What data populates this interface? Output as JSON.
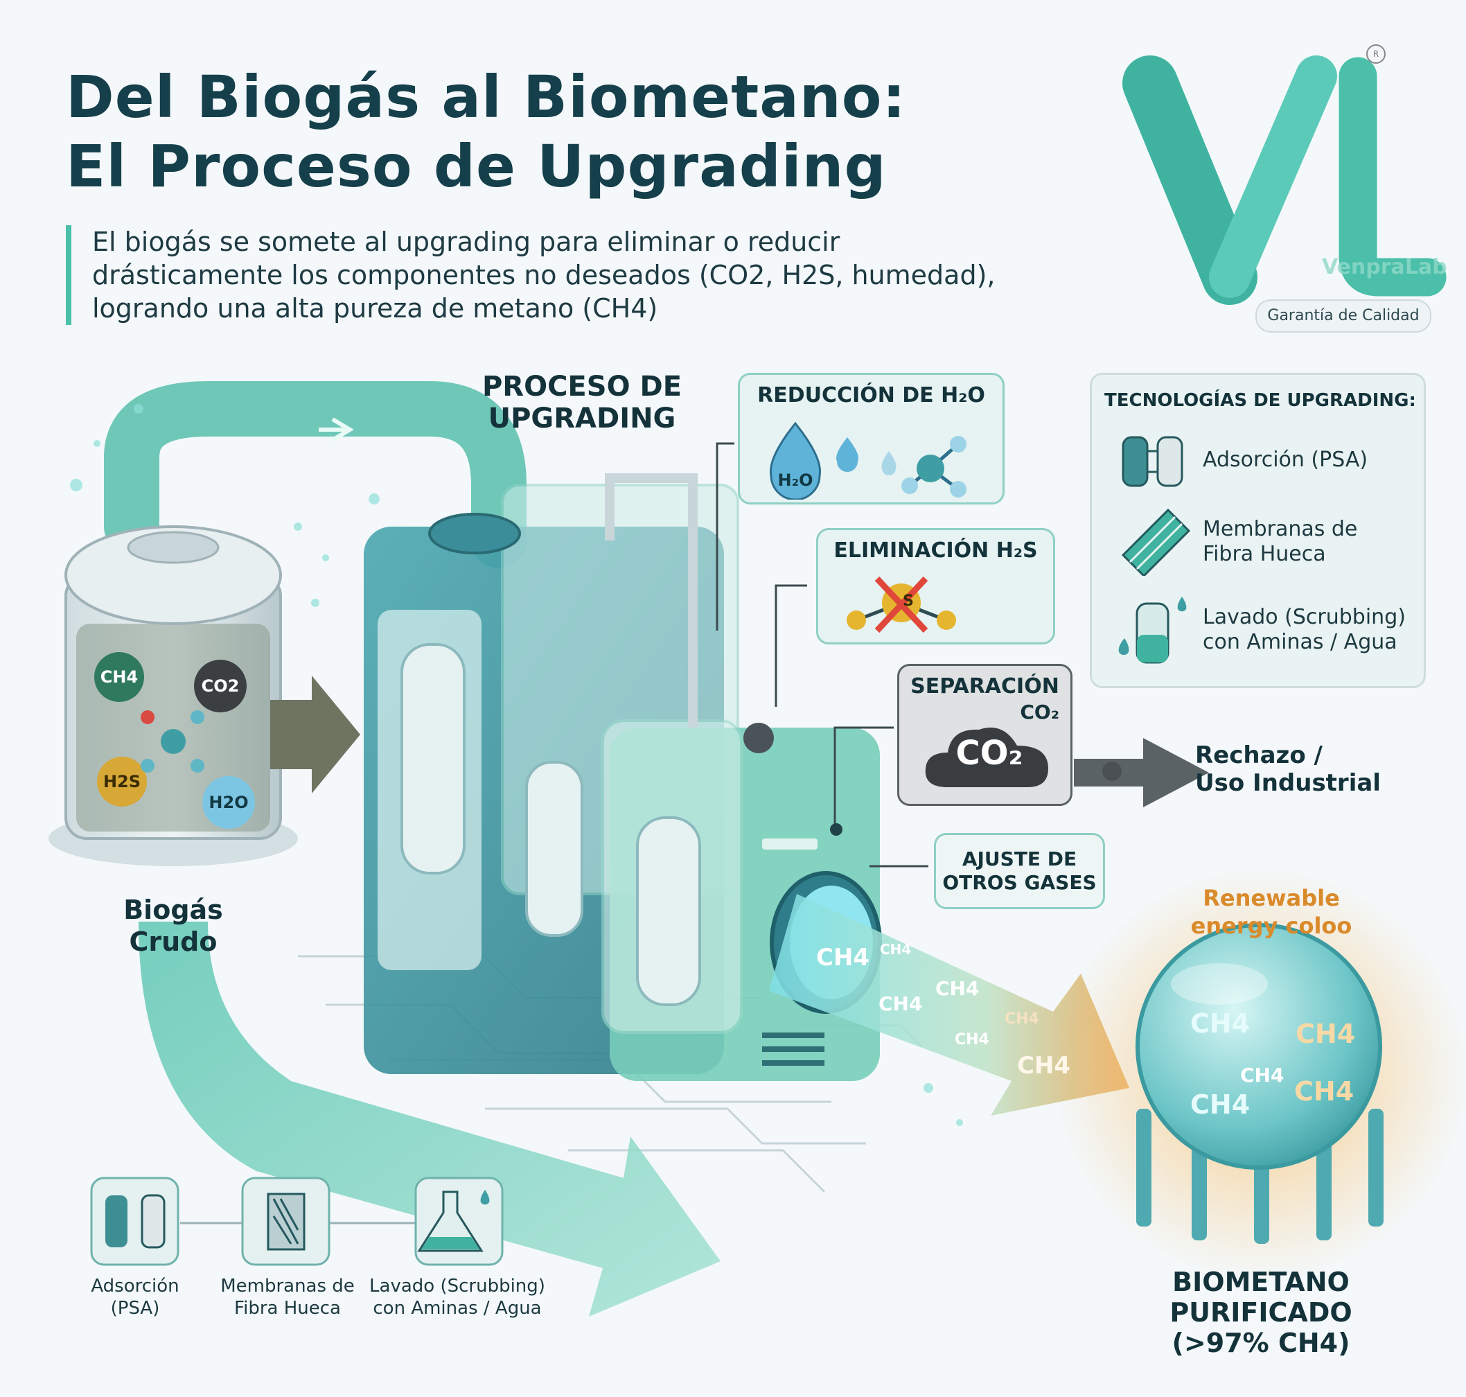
{
  "title_line1": "Del Biogás al Biometano:",
  "title_line2": "El Proceso de Upgrading",
  "subtitle": "El biogás se somete al upgrading para eliminar o reducir drásticamente los componentes no deseados (CO2, H2S, humedad), logrando una alta pureza de metano (CH4)",
  "logo": {
    "brand": "VenpraLab",
    "tagline": "Garantía de Calidad",
    "registered_mark": "R"
  },
  "process_label_line1": "PROCESO DE",
  "process_label_line2": "UPGRADING",
  "raw_biogas": {
    "label_line1": "Biogás",
    "label_line2": "Crudo",
    "molecules": [
      "CH4",
      "CO2",
      "H2S",
      "H2O"
    ]
  },
  "steps": {
    "h2o": {
      "title": "REDUCCIÓN DE H₂O",
      "badge": "H₂O"
    },
    "h2s": {
      "title": "ELIMINACIÓN  H₂S",
      "badge": "S"
    },
    "co2": {
      "title_line1": "SEPARACIÓN",
      "title_line2": "CO₂",
      "cloud": "CO₂"
    },
    "other": {
      "line1": "AJUSTE DE",
      "line2": "OTROS GASES"
    }
  },
  "reject": {
    "line1": "Rechazo /",
    "line2": "Uso Industrial"
  },
  "technologies": {
    "title": "TECNOLOGÍAS DE UPGRADING:",
    "items": [
      {
        "line1": "Adsorción (PSA)",
        "line2": ""
      },
      {
        "line1": "Membranas de",
        "line2": "Fibra Hueca"
      },
      {
        "line1": "Lavado (Scrubbing)",
        "line2": "con Aminas / Agua"
      }
    ]
  },
  "bottom_tech": [
    {
      "line1": "Adsorción",
      "line2": "(PSA)"
    },
    {
      "line1": "Membranas de",
      "line2": "Fibra Hueca"
    },
    {
      "line1": "Lavado (Scrubbing)",
      "line2": "con Aminas / Agua"
    }
  ],
  "stream_labels": [
    "CH4",
    "CH4",
    "CH4",
    "CH4",
    "CH4",
    "CH4",
    "CH4"
  ],
  "renewable": {
    "line1": "Renewable",
    "line2": "energy coloo"
  },
  "sphere_labels": [
    "CH4",
    "CH4",
    "CH4",
    "CH4",
    "CH4"
  ],
  "biomethane": {
    "line1": "BIOMETANO",
    "line2": "PURIFICADO",
    "line3": "(>97% CH4)"
  },
  "colors": {
    "teal": "#4bbfa9",
    "dark": "#153f4a",
    "orange": "#e8a04a",
    "gray": "#5b6266"
  }
}
